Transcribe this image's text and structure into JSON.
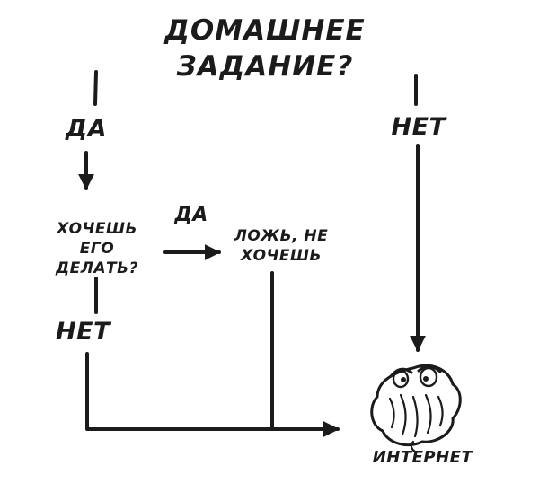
{
  "title": "ДОМАШНЕЕ ЗАДАНИЕ?",
  "flow": {
    "branch_yes_label": "ДА",
    "branch_no_label": "НЕТ",
    "question": "ХОЧЕШЬ ЕГО ДЕЛАТЬ?",
    "question_yes_label": "ДА",
    "lie": "ЛОЖЬ, НЕ ХОЧЕШЬ",
    "question_no_label": "НЕТ",
    "internet_label": "ИНТЕРНЕТ"
  },
  "colors": {
    "ink": "#1b1b1b",
    "background": "#ffffff"
  }
}
